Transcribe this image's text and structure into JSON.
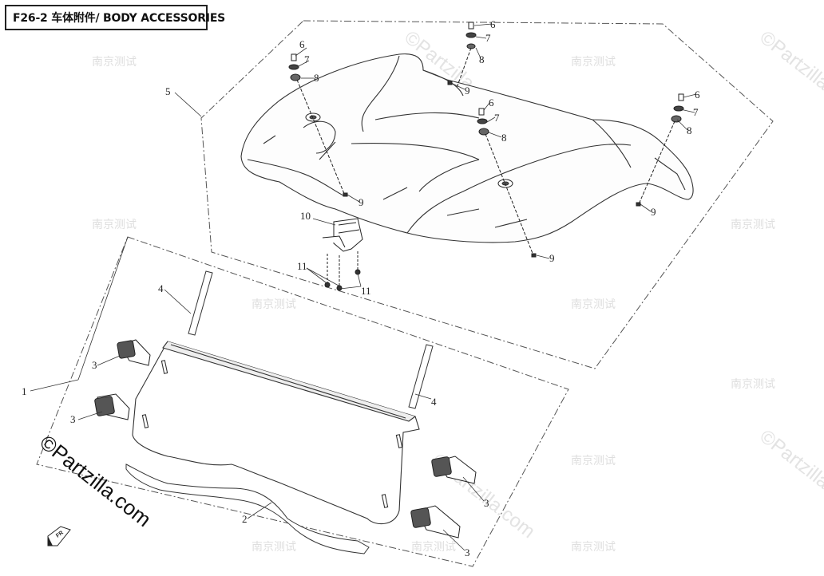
{
  "header": {
    "title": "F26-2 车体附件/ BODY ACCESSORIES"
  },
  "watermark": {
    "mark": "©Partzilla.com",
    "stamp": "南京测试"
  },
  "brand": {
    "text": "©Partzilla.com"
  },
  "callouts": {
    "c1": "1",
    "c2": "2",
    "c3": "3",
    "c4": "4",
    "c5": "5",
    "c6": "6",
    "c7": "7",
    "c8": "8",
    "c9": "9",
    "c10": "10",
    "c11": "11"
  },
  "orientation_icon": {
    "label": "FR",
    "icon": "forward-arrow-icon"
  }
}
